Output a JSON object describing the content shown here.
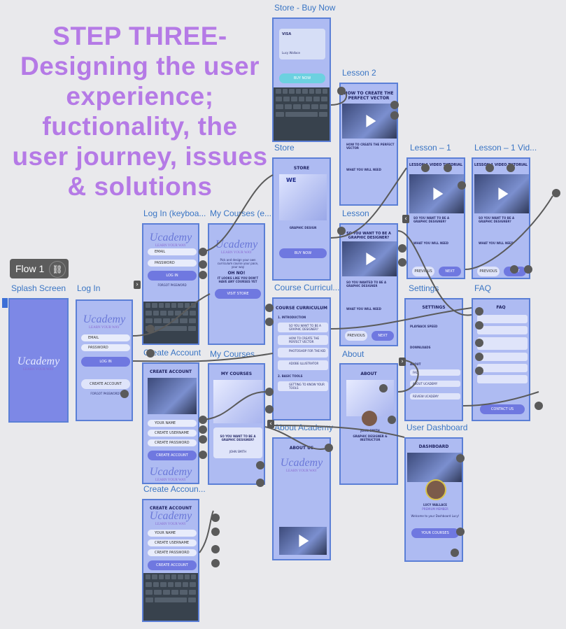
{
  "heading": {
    "lines": [
      "STEP THREE-",
      "Designing the user",
      "experience;",
      "fuctionality, the",
      "user journey, issues",
      "& solutions"
    ]
  },
  "flow": {
    "label": "Flow 1",
    "link_icon": "link-icon"
  },
  "frames": {
    "splash": {
      "label": "Splash Screen"
    },
    "login": {
      "label": "Log In",
      "email": "EMAIL",
      "password": "PASSWORD",
      "login_btn": "LOG IN",
      "create_btn": "CREATE ACCOUNT",
      "forgot": "FORGOT PASSWORD?"
    },
    "login_kb": {
      "label": "Log In (keyboa...",
      "email": "EMAIL",
      "password": "PASSWORD",
      "login_btn": "LOG IN",
      "forgot": "FORGOT PASSWORD"
    },
    "mycourses_empty": {
      "label": "My Courses (e...",
      "tagline": "Pick and design your own curriculum course your pace, your way",
      "msg1": "OH NO!",
      "msg2": "IT LOOKS LIKE YOU DON'T HAVE ANY COURSES YET",
      "btn": "VISIT STORE"
    },
    "create": {
      "label": "Create Account",
      "title": "CREATE ACCOUNT",
      "f1": "YOUR NAME",
      "f2": "CREATE USERNAME",
      "f3": "CREATE PASSWORD",
      "btn": "CREATE ACCOUNT"
    },
    "create_kb": {
      "label": "Create Accoun...",
      "title": "CREATE ACCOUNT",
      "f1": "YOUR NAME",
      "f2": "CREATE USERNAME",
      "f3": "CREATE PASSWORD",
      "btn": "CREATE ACCOUNT"
    },
    "mycourses": {
      "label": "My Courses",
      "title": "MY COURSES",
      "course": "SO YOU WANT TO BE A GRAPHIC DESIGNER?",
      "author": "JOHN SMITH"
    },
    "buynow": {
      "label": "Store - Buy Now",
      "card": "VISA",
      "holder": "Lucy Wallace",
      "btn": "BUY NOW"
    },
    "store": {
      "label": "Store",
      "title": "STORE",
      "badge": "WE",
      "tag": "GRAPHIC DESIGN",
      "btn": "BUY NOW"
    },
    "curriculum": {
      "label": "Course Curricul...",
      "title": "COURSE CURRICULUM",
      "s1": "1. INTRODUCTION",
      "i1": "SO YOU WANT TO BE A GRAPHIC DESIGNER?",
      "i2": "HOW TO CREATE THE PERFECT VECTOR",
      "i3": "PHOTOSHOP FOR THE KID",
      "i4": "ADOBE ILLUSTRATOR",
      "s2": "2. BASIC TOOLS",
      "i5": "GETTING TO KNOW YOUR TOOLS"
    },
    "about_academy": {
      "label": "About Academy",
      "title": "ABOUT US"
    },
    "lesson2": {
      "label": "Lesson 2",
      "title": "HOW TO CREATE THE PERFECT VECTOR",
      "h1": "HOW TO CREATE THE PERFECT VECTOR",
      "h2": "WHAT YOU WILL NEED"
    },
    "lesson": {
      "label": "Lesson",
      "title": "SO YOU WANT TO BE A GRAPHIC DESIGNER?",
      "h1": "SO YOU WANTED TO BE A GRAPHIC DESIGNER",
      "h2": "WHAT YOU WILL NEED",
      "prev": "PREVIOUS",
      "next": "NEXT"
    },
    "about": {
      "label": "About",
      "title": "ABOUT",
      "name": "JOHN SMITH",
      "role": "GRAPHIC DESIGNER & INSTRUCTOR"
    },
    "lesson1": {
      "label": "Lesson – 1",
      "title": "LESSON 1 VIDEO TUTORIAL",
      "h1": "SO YOU WANT TO BE A GRAPHIC DESIGNER?",
      "h2": "WHAT YOU WILL NEED",
      "prev": "PREVIOUS",
      "next": "NEXT"
    },
    "lesson1vid": {
      "label": "Lesson – 1 Vid...",
      "title": "LESSON 1 VIDEO TUTORIAL",
      "h1": "SO YOU WANT TO BE A GRAPHIC DESIGNER?",
      "h2": "WHAT YOU WILL NEED",
      "prev": "PREVIOUS",
      "next": "NEXT"
    },
    "settings": {
      "label": "Settings",
      "title": "SETTINGS",
      "s1": "PLAYBACK SPEED",
      "s2": "DOWNLOADS",
      "s3": "ABOUT",
      "r1": "FAQ",
      "r2": "ABOUT UCADEMY",
      "r3": "REVIEW UCADEMY"
    },
    "faq": {
      "label": "FAQ",
      "title": "FAQ",
      "btn": "CONTACT US"
    },
    "dashboard": {
      "label": "User Dashboard",
      "title": "DASHBOARD",
      "name": "LUCY WALLACE",
      "status": "PREMIUM MEMBER",
      "welcome": "Welcome to your Dashboard Lucy!",
      "btn": "YOUR COURSES"
    }
  },
  "brand": {
    "name": "Ucademy",
    "tagline": "LEARN YOUR WAY"
  },
  "colors": {
    "heading": "#b57ae6",
    "frame_border": "#5b7fd6",
    "screen_fill": "#aebbf2",
    "label": "#3a75c4",
    "wire": "#5a5a5a"
  }
}
